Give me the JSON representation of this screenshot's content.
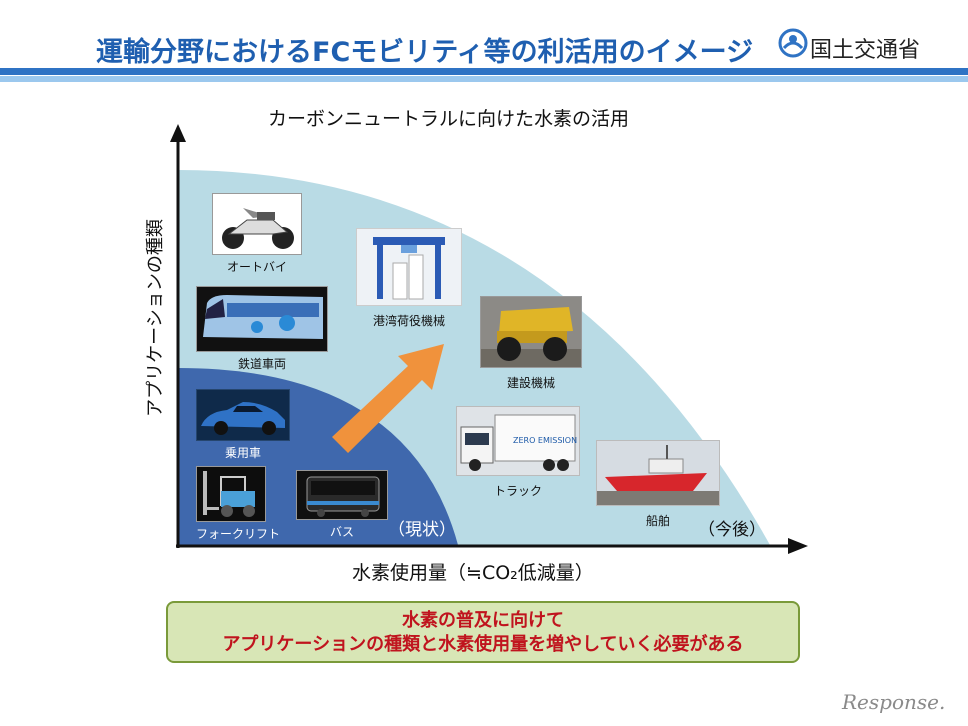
{
  "header": {
    "title": "運輸分野におけるFCモビリティ等の利活用のイメージ",
    "ministry": "国土交通省",
    "logo_icon": "mlit-logo-icon"
  },
  "diagram": {
    "subtitle": "カーボンニュートラルに向けた水素の活用",
    "y_axis_label": "アプリケーションの種類",
    "x_axis_label": "水素使用量（≒CO₂低減量）",
    "current_label": "（現状）",
    "future_label": "（今後）",
    "colors": {
      "current_region": "#3f68ad",
      "future_region": "#b9dbe5",
      "arrow": "#f0923c"
    },
    "items": [
      {
        "label": "オートバイ",
        "icon": "motorcycle-icon"
      },
      {
        "label": "鉄道車両",
        "icon": "train-icon"
      },
      {
        "label": "乗用車",
        "icon": "car-icon"
      },
      {
        "label": "フォークリフト",
        "icon": "forklift-icon"
      },
      {
        "label": "バス",
        "icon": "bus-icon"
      },
      {
        "label": "港湾荷役機械",
        "icon": "port-crane-icon"
      },
      {
        "label": "建設機械",
        "icon": "dump-truck-icon"
      },
      {
        "label": "トラック",
        "icon": "truck-icon"
      },
      {
        "label": "船舶",
        "icon": "ship-icon"
      }
    ],
    "truck_badge": "ZERO EMISSION"
  },
  "conclusion": {
    "line1": "水素の普及に向けて",
    "line2": "アプリケーションの種類と水素使用量を増やしていく必要がある"
  },
  "watermark": "Response."
}
